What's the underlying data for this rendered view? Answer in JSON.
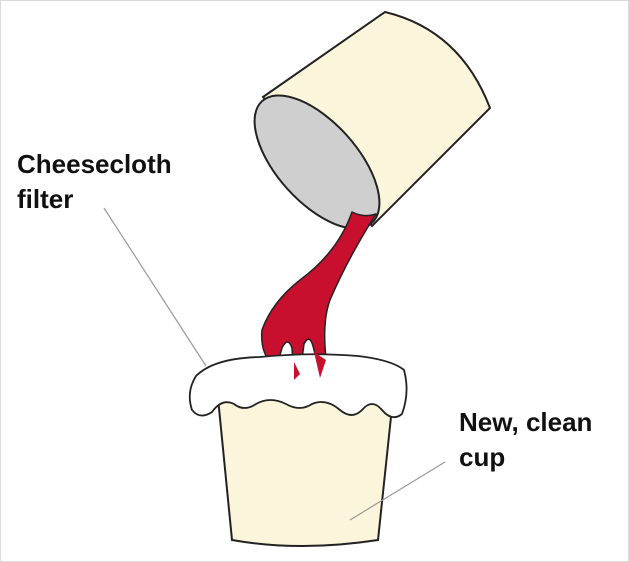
{
  "labels": {
    "cheesecloth": {
      "line1": "Cheesecloth",
      "line2": "filter"
    },
    "cup": {
      "line1": "New, clean",
      "line2": "cup"
    }
  },
  "colors": {
    "cup_fill": "#fbf5dc",
    "cup_inside": "#cfcfcf",
    "liquid": "#c8102e",
    "cloth": "#ffffff",
    "outline": "#222222",
    "leader_line": "#999999"
  }
}
